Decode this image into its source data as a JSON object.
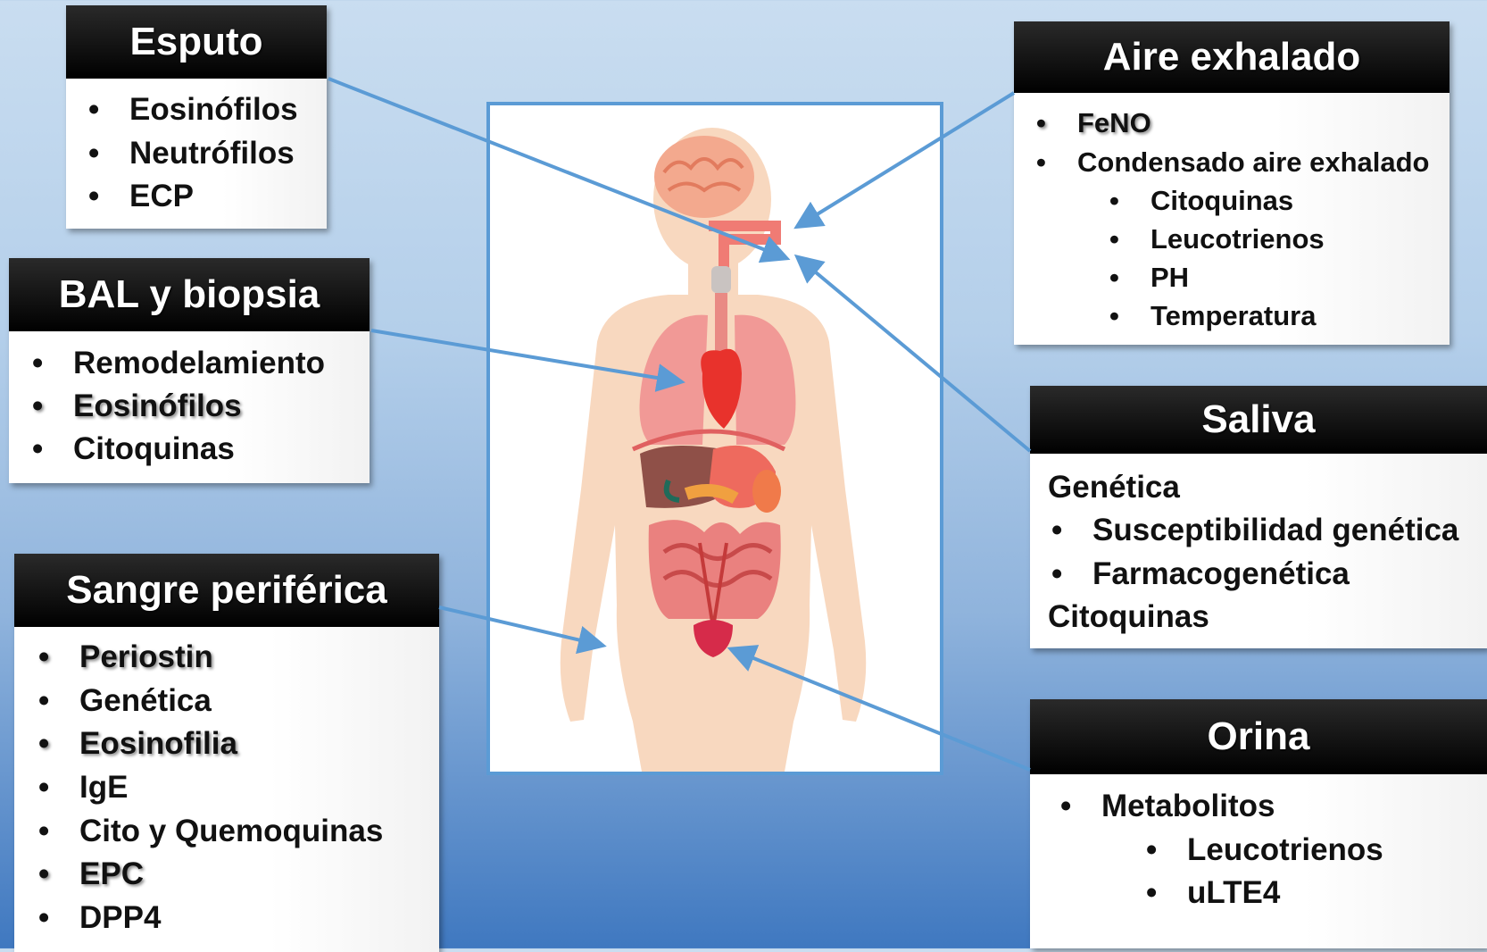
{
  "esputo": {
    "title": "Esputo",
    "items": [
      "Eosinófilos",
      "Neutrófilos",
      "ECP"
    ]
  },
  "bal": {
    "title": "BAL y biopsia",
    "items": [
      "Remodelamiento",
      "Eosinófilos",
      "Citoquinas"
    ]
  },
  "sangre": {
    "title": "Sangre periférica",
    "items": [
      "Periostin",
      "Genética",
      "Eosinofilia",
      "IgE",
      "Cito y Quemoquinas",
      "EPC",
      "DPP4"
    ]
  },
  "aire": {
    "title": "Aire exhalado",
    "items": [
      "FeNO",
      "Condensado aire exhalado"
    ],
    "subitems": [
      "Citoquinas",
      "Leucotrienos",
      "PH",
      "Temperatura"
    ]
  },
  "saliva": {
    "title": "Saliva",
    "heading": "Genética",
    "items": [
      "Susceptibilidad genética",
      "Farmacogenética"
    ],
    "footer": "Citoquinas"
  },
  "orina": {
    "title": "Orina",
    "items": [
      "Metabolitos"
    ],
    "subitems": [
      "Leucotrienos",
      "uLTE4"
    ]
  },
  "colors": {
    "arrow": "#5b9bd5",
    "header": "#000000",
    "frame": "#5b9bd5"
  },
  "figure": {
    "icon": "human-anatomy-illustration"
  }
}
